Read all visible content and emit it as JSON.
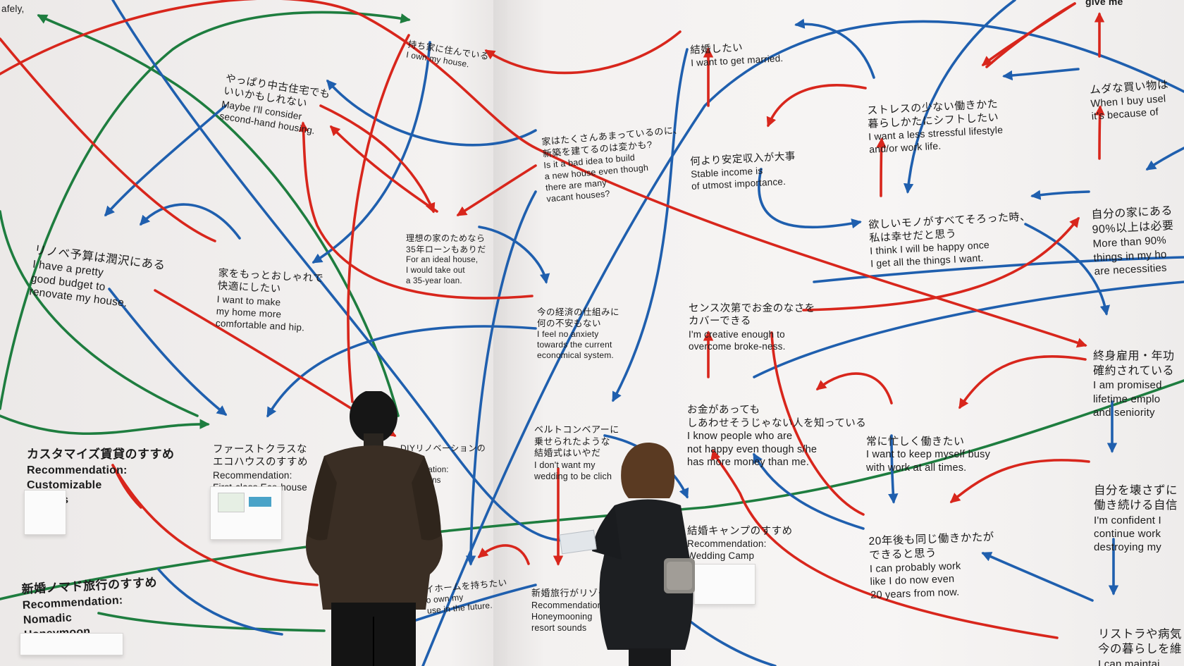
{
  "photo": {
    "subject": "Exhibition wall map of life choices with red, blue and green arrows, two visitors reading",
    "colors": {
      "red": "#d8261c",
      "blue": "#1f5fae",
      "green": "#1e7d3f",
      "wall": "#f3f1f0",
      "text": "#1b1b1b"
    }
  },
  "labels": [
    {
      "id": "safely",
      "jp": "",
      "en": "afely,"
    },
    {
      "id": "own-house",
      "jp": "持ち家に住んでいる",
      "en": "I own my house."
    },
    {
      "id": "second-hand",
      "jp": "やっぱり中古住宅でも\nいいかもしれない",
      "en": "Maybe I'll consider\nsecond-hand housing."
    },
    {
      "id": "renovate-budget",
      "jp": "リノベ予算は潤沢にある",
      "en": "I have a pretty\ngood budget to\nrenovate my house."
    },
    {
      "id": "stylish",
      "jp": "家をもっとおしゃれで\n快適にしたい",
      "en": "I want to make\nmy home more\ncomfortable and hip."
    },
    {
      "id": "ideal-house",
      "jp": "理想の家のためなら\n35年ローンもありだ",
      "en": "For an ideal house,\nI would take out\na 35-year loan."
    },
    {
      "id": "new-houses",
      "jp": "家はたくさんあまっているのに、\n新築を建てるのは変かも?",
      "en": "Is it a bad idea to build\na new house even though\nthere are many\nvacant houses?"
    },
    {
      "id": "economy",
      "jp": "今の経済の仕組みに\n何の不安もない",
      "en": "I feel no anxiety\ntowards the current\neconomical system."
    },
    {
      "id": "married",
      "jp": "結婚したい",
      "en": "I want to get married."
    },
    {
      "id": "stable-income",
      "jp": "何より安定収入が大事",
      "en": "Stable income is\nof utmost importance."
    },
    {
      "id": "less-stress",
      "jp": "ストレスの少ない働きかた\n暮らしかたにシフトしたい",
      "en": "I want a less stressful lifestyle\nand/or work life."
    },
    {
      "id": "useless-buy",
      "jp": "ムダな買い物は",
      "en": "When I buy usel\nit's because of"
    },
    {
      "id": "give-me",
      "jp": "",
      "en": "give me"
    },
    {
      "id": "happy-things",
      "jp": "欲しいモノがすべてそろった時、\n私は幸せだと思う",
      "en": "I think I will be happy once\nI get all the things I want."
    },
    {
      "id": "home-90",
      "jp": "自分の家にある\n90%以上は必要",
      "en": "More than 90%\nthings in my ho\nare necessities"
    },
    {
      "id": "creative",
      "jp": "センス次第でお金のなさを\nカバーできる",
      "en": "I'm creative enough to\novercome broke-ness."
    },
    {
      "id": "lifetime",
      "jp": "終身雇用・年功\n確約されている",
      "en": "I am promised\nlifetime emplo\nand seniority"
    },
    {
      "id": "money-happy",
      "jp": "お金があっても\nしあわせそうじゃない人を知っている",
      "en": "I know people who are\nnot happy even though s/he\nhas more money than me."
    },
    {
      "id": "busy",
      "jp": "常に忙しく働きたい",
      "en": "I want to keep myself busy\nwith work at all times."
    },
    {
      "id": "conveyor",
      "jp": "ベルトコンベアーに\n乗せられたような\n結婚式はいやだ",
      "en": "I don't want my\nwedding to be clich"
    },
    {
      "id": "wedding-camp",
      "jp": "結婚キャンプのすすめ",
      "en": "Recommendation:\nWedding Camp\n(DIY Weddings)"
    },
    {
      "id": "same-work",
      "jp": "20年後も同じ働きかたが\nできると思う",
      "en": "I can probably work\nlike I do now even\n20 years from now."
    },
    {
      "id": "confident-work",
      "jp": "自分を壊さずに\n働き続ける自信",
      "en": "I'm confident I\ncontinue work\ndestroying my"
    },
    {
      "id": "restructure",
      "jp": "リストラや病気\n今の暮らしを維",
      "en": "I can maintai\nlifestyle even"
    },
    {
      "id": "custom-rentals",
      "jp": "カスタマイズ賃貸のすすめ",
      "en": "Recommendation:\nCustomizable\nRentals"
    },
    {
      "id": "eco-house",
      "jp": "ファーストクラスな\nエコハウスのすすめ",
      "en": "Recommendation:\nFirst-class Eco-house"
    },
    {
      "id": "diy-reno",
      "jp": "DIYリノベーションの\nすすめ",
      "en": "mmendation:\nnnovations"
    },
    {
      "id": "nomad",
      "jp": "新婚ノマド旅行のすすめ",
      "en": "Recommendation:\nNomadic\nHoneymoon"
    },
    {
      "id": "own-future",
      "jp": "イホームを持ちたい",
      "en": "o own my\nuse in the future."
    },
    {
      "id": "honeymoon-resort",
      "jp": "新婚旅行がリゾー",
      "en": "Recommendation\nHoneymooning\nresort sounds"
    }
  ]
}
